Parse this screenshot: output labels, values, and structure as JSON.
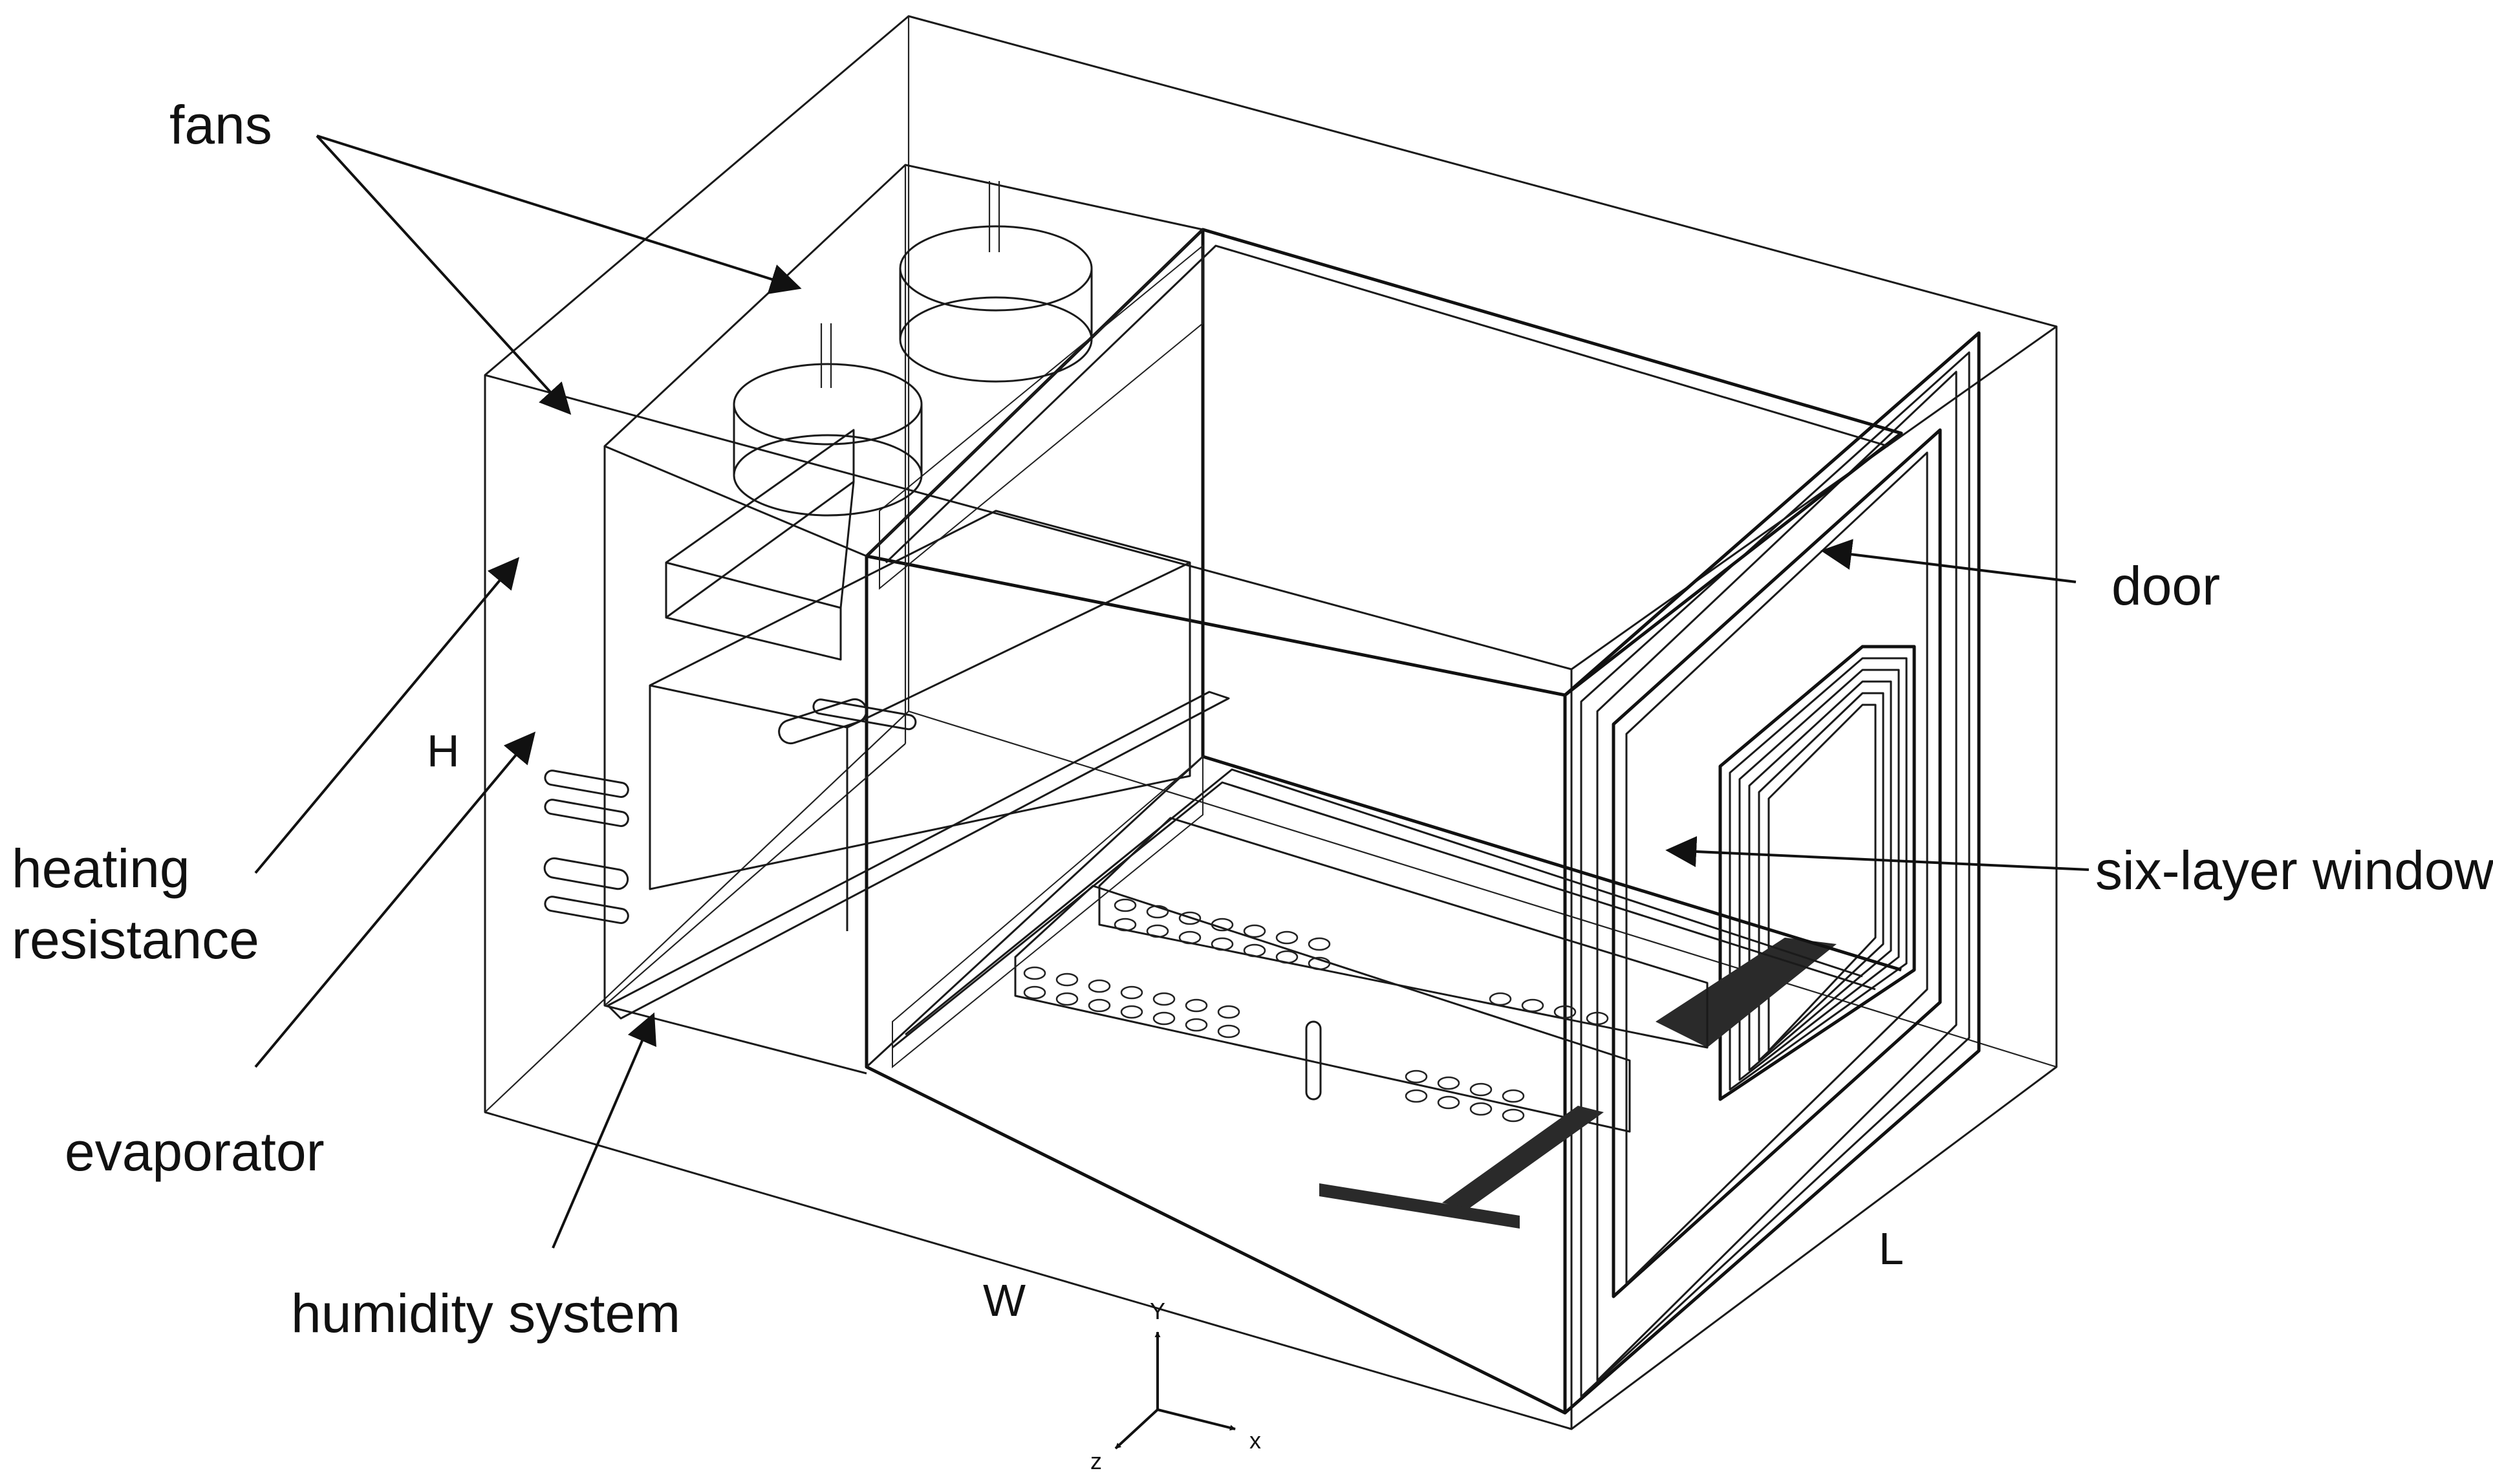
{
  "labels": {
    "fans": "fans",
    "door": "door",
    "heating_line1": "heating",
    "heating_line2": "resistance",
    "evaporator": "evaporator",
    "humidity_system": "humidity system",
    "six_layer_window": "six-layer window"
  },
  "dimensions": {
    "width": "W",
    "height": "H",
    "length": "L"
  },
  "axes": {
    "x": "x",
    "y": "Y",
    "z": "z"
  }
}
